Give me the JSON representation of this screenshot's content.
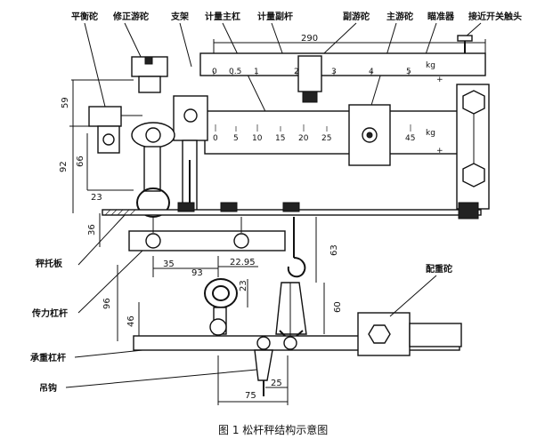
{
  "labels": {
    "balance_weight": "平衡砣",
    "trim_poise": "修正游砣",
    "support": "支架",
    "main_beam": "计量主杠",
    "secondary_beam": "计量副杆",
    "secondary_poise": "副游砣",
    "main_poise": "主游砣",
    "sight_gauge": "瞄准器",
    "proximity_switch": "接近开关触头",
    "beam_rest": "秤托板",
    "transfer_lever": "传力杠杆",
    "counterweight": "配重砣",
    "load_lever": "承重杠杆",
    "hook": "吊钩"
  },
  "scale_top": {
    "ticks": [
      "0",
      "0.5",
      "1",
      "2",
      "3",
      "4",
      "5"
    ],
    "unit": "kg"
  },
  "scale_main": {
    "ticks": [
      "0",
      "5",
      "10",
      "15",
      "20",
      "25",
      "45"
    ],
    "unit": "kg"
  },
  "dimensions": {
    "d290": "290",
    "d59": "59",
    "d92": "92",
    "d66": "66",
    "d23a": "23",
    "d36": "36",
    "d63": "63",
    "d35": "35",
    "d93": "93",
    "d22_95": "22.95",
    "d23b": "23",
    "d96": "96",
    "d46": "46",
    "d60": "60",
    "d75": "75",
    "d25": "25"
  },
  "caption": "图 1 松杆秤结构示意图"
}
